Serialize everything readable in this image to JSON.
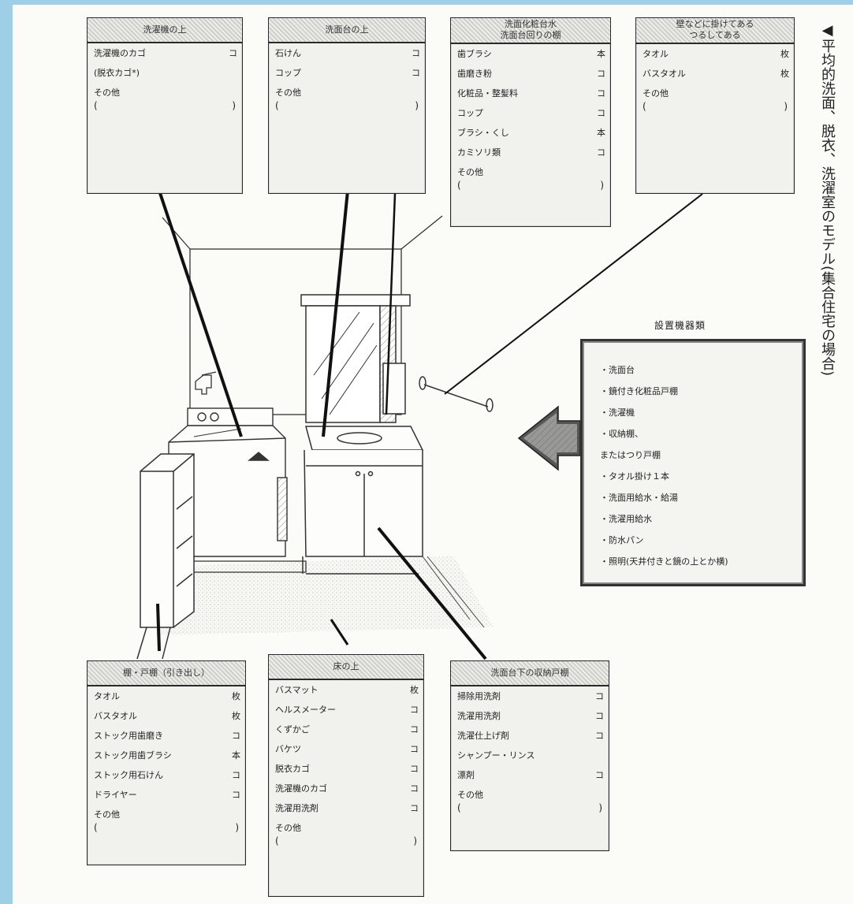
{
  "title": "◀平均的洗面、脱衣、洗濯室のモデル(集合住宅の場合)",
  "equipment": {
    "title": "設置機器類",
    "items": [
      "・洗面台",
      "・鏡付き化粧品戸棚",
      "・洗濯機",
      "・収納棚、",
      "またはつり戸棚",
      "・タオル掛け１本",
      "・洗面用給水・給湯",
      "・洗濯用給水",
      "・防水パン",
      "・照明(天井付きと鏡の上とか横)"
    ]
  },
  "boxes": {
    "washer_top": {
      "title": "洗濯機の上",
      "items": [
        {
          "n": "洗濯機のカゴ",
          "u": "コ"
        },
        {
          "n": "(脱衣カゴ*)",
          "u": ""
        }
      ],
      "other": "その他"
    },
    "basin_top": {
      "title": "洗面台の上",
      "items": [
        {
          "n": "石けん",
          "u": "コ"
        },
        {
          "n": "コップ",
          "u": "コ"
        }
      ],
      "other": "その他"
    },
    "cabinet": {
      "title": "洗面化粧台水\n洗面台回りの棚",
      "items": [
        {
          "n": "歯ブラシ",
          "u": "本"
        },
        {
          "n": "歯磨き粉",
          "u": "コ"
        },
        {
          "n": "化粧品・整髪料",
          "u": "コ"
        },
        {
          "n": "コップ",
          "u": "コ"
        },
        {
          "n": "ブラシ・くし",
          "u": "本"
        },
        {
          "n": "カミソリ類",
          "u": "コ"
        }
      ],
      "other": "その他"
    },
    "towel": {
      "title": "壁などに掛けてある\nつるしてある",
      "items": [
        {
          "n": "タオル",
          "u": "枚"
        },
        {
          "n": "バスタオル",
          "u": "枚"
        }
      ],
      "other": "その他"
    },
    "shelf": {
      "title": "棚・戸棚（引き出し）",
      "items": [
        {
          "n": "タオル",
          "u": "枚"
        },
        {
          "n": "バスタオル",
          "u": "枚"
        },
        {
          "n": "ストック用歯磨き",
          "u": "コ"
        },
        {
          "n": "ストック用歯ブラシ",
          "u": "本"
        },
        {
          "n": "ストック用石けん",
          "u": "コ"
        },
        {
          "n": "ドライヤー",
          "u": "コ"
        }
      ],
      "other": "その他"
    },
    "floor": {
      "title": "床の上",
      "items": [
        {
          "n": "バスマット",
          "u": "枚"
        },
        {
          "n": "ヘルスメーター",
          "u": "コ"
        },
        {
          "n": "くずかご",
          "u": "コ"
        },
        {
          "n": "バケツ",
          "u": "コ"
        },
        {
          "n": "脱衣カゴ",
          "u": "コ"
        },
        {
          "n": "洗濯機のカゴ",
          "u": "コ"
        },
        {
          "n": "洗濯用洗剤",
          "u": "コ"
        }
      ],
      "other": "その他"
    },
    "under_sink": {
      "title": "洗面台下の収納戸棚",
      "items": [
        {
          "n": "掃除用洗剤",
          "u": "コ"
        },
        {
          "n": "洗濯用洗剤",
          "u": "コ"
        },
        {
          "n": "洗濯仕上げ剤",
          "u": "コ"
        },
        {
          "n": "シャンプー・リンス",
          "u": ""
        },
        {
          "n": "漂剤",
          "u": "コ"
        }
      ],
      "other": "その他"
    }
  },
  "paren_open": "(",
  "paren_close": ")"
}
